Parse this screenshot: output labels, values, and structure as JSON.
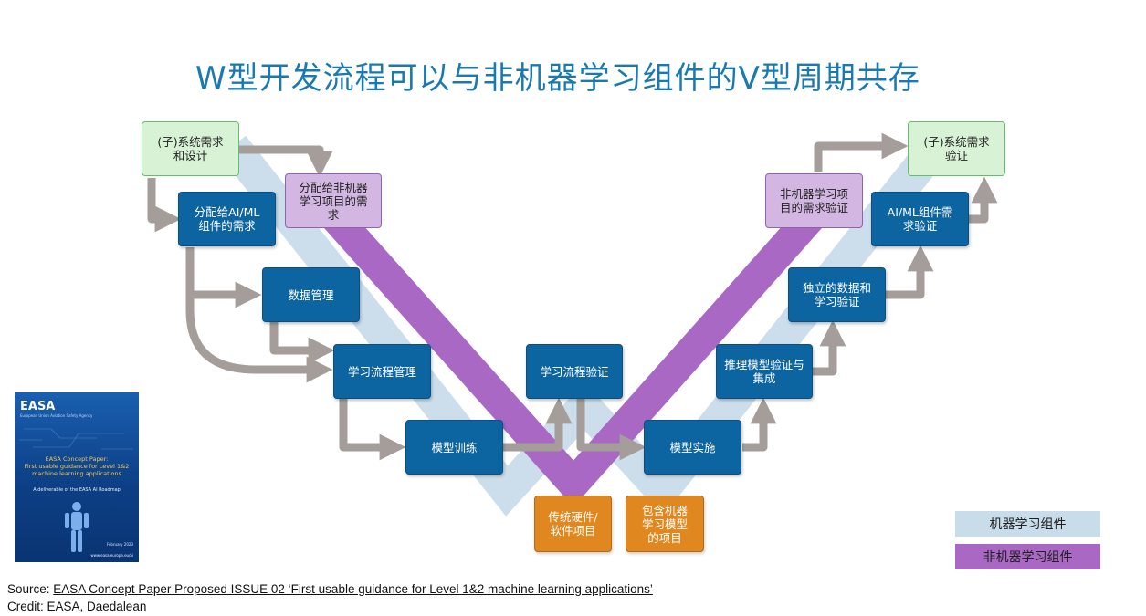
{
  "title": "W型开发流程可以与非机器学习组件的V型周期共存",
  "boxes": {
    "sys_req_design": "(子)系统需求\n和设计",
    "sys_req_verify": "(子)系统需求\n验证",
    "alloc_non_ml": "分配给非机器\n学习项目的需\n求",
    "non_ml_verify": "非机器学习项\n目的需求验证",
    "alloc_ai_ml": "分配给AI/ML\n组件的需求",
    "ai_ml_verify": "AI/ML组件需\n求验证",
    "data_mgmt": "数据管理",
    "indep_data_verify": "独立的数据和\n学习验证",
    "learn_mgmt": "学习流程管理",
    "learn_verify": "学习流程验证",
    "inference_verify": "推理模型验证与\n集成",
    "model_training": "模型训练",
    "model_impl": "模型实施",
    "hw_sw_items": "传统硬件/\n软件项目",
    "ml_model_items": "包含机器\n学习模型\n的项目"
  },
  "legend": [
    {
      "label": "机器学习组件",
      "color": "#c9dcea"
    },
    {
      "label": "非机器学习组件",
      "color": "#a868c4"
    }
  ],
  "colors": {
    "title": "#1a7ab0",
    "ml_box": "#0c64a0",
    "system_box": "#d7f2d5",
    "non_ml_box": "#d3b7e2",
    "item_box": "#e0881f",
    "arrow": "#a49d99"
  },
  "cover": {
    "logo": "EASA",
    "logo_sub": "European Union Aviation Safety Agency",
    "title": "EASA Concept Paper:\nFirst usable guidance for Level 1&2\nmachine learning applications",
    "subtitle": "A deliverable of the EASA AI Roadmap",
    "date": "February 2023",
    "url": "www.easa.europa.eu/ai"
  },
  "footer": {
    "source_prefix": "Source: ",
    "source_link": "EASA Concept Paper Proposed ISSUE 02 ‘First usable guidance for Level 1&2 machine learning applications’",
    "credit": "Credit: EASA, Daedalean"
  }
}
